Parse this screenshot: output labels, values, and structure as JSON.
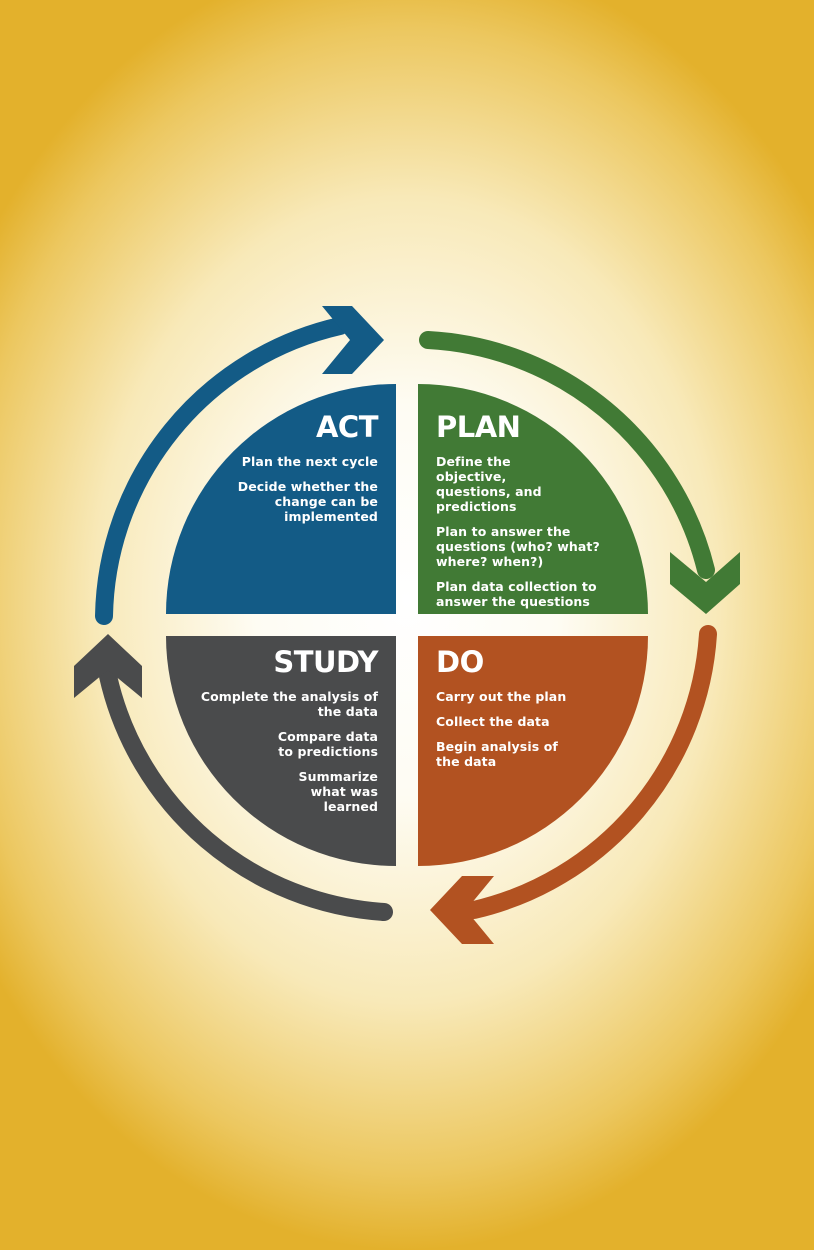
{
  "colors": {
    "act": "#135b86",
    "plan": "#417a35",
    "do": "#b25221",
    "study": "#4a4b4c"
  },
  "quadrants": {
    "act": {
      "title": "ACT",
      "items": [
        "Plan the next cycle",
        "Decide whether the change can be implemented"
      ]
    },
    "plan": {
      "title": "PLAN",
      "items": [
        "Define the objective, questions, and predictions",
        "Plan to answer the questions (who? what? where? when?)",
        "Plan data collection to answer the questions"
      ]
    },
    "study": {
      "title": "STUDY",
      "items": [
        "Complete the analysis of the data",
        "Compare data to predictions",
        "Summarize what was learned"
      ]
    },
    "do": {
      "title": "DO",
      "items": [
        "Carry out the plan",
        "Collect the data",
        "Begin analysis of the data"
      ]
    }
  }
}
